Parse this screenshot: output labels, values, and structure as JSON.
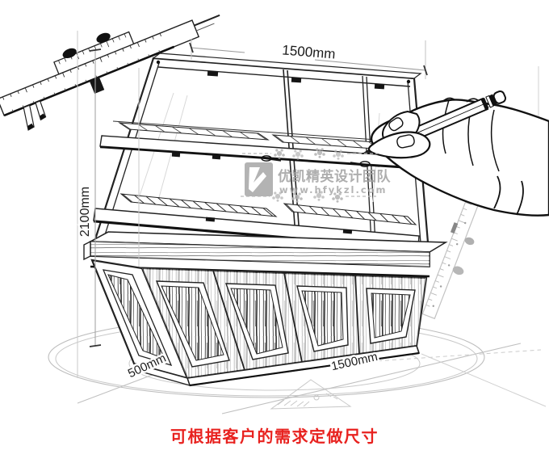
{
  "figure": {
    "type": "product-dimension-sketch",
    "subject": "hand-drawn bakery bread display cabinet with measuring tools",
    "dimensions": {
      "top_width": "1500mm",
      "height": "2100mm",
      "depth": "500mm",
      "front_width": "1500mm"
    },
    "watermark": {
      "brand": "优凯精英设计团队",
      "url": "www.hfykzl.com"
    },
    "caption": {
      "text": "可根据客户的需求定做尺寸"
    },
    "colors": {
      "caption_red": "#e8221f",
      "sketch_ink": "#1a1a1a",
      "dimension_text": "#1c1c1c",
      "guide_gray": "#c4c4c4",
      "watermark_gray": "#a5a5a5"
    },
    "sketch_elements": [
      "vernier-caliper",
      "glass-display-case",
      "wood-base-cabinet",
      "hand-holding-pencil",
      "steel-ruler",
      "floor-ellipse",
      "set-square"
    ]
  }
}
